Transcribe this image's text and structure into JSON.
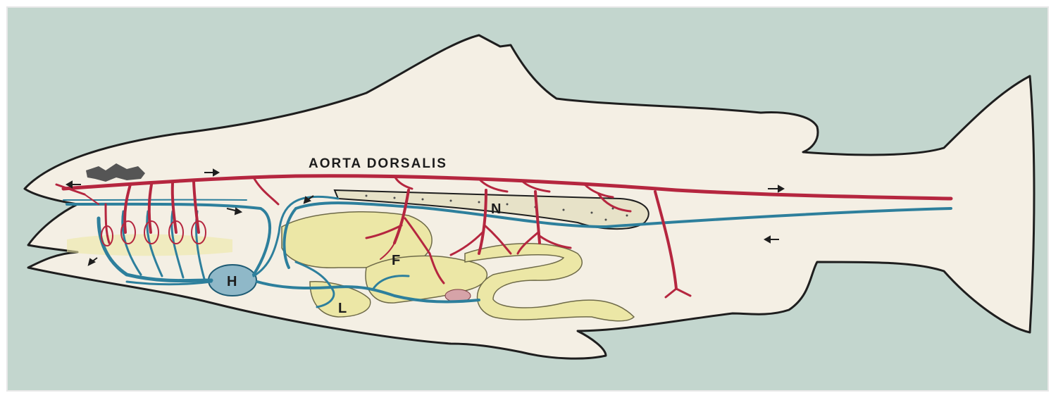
{
  "figure": {
    "label_aorta": "AORTA DORSALIS",
    "label_heart": "H",
    "label_liver": "L",
    "label_stomach": "F",
    "label_kidney": "N"
  },
  "colors": {
    "background": "#c3d6ce",
    "body": "#f4efe4",
    "outline": "#1e1e1e",
    "artery": "#b5263f",
    "vein": "#2d7f9c",
    "organ_yellow": "#ece7a6",
    "gill_gray": "#555555"
  }
}
